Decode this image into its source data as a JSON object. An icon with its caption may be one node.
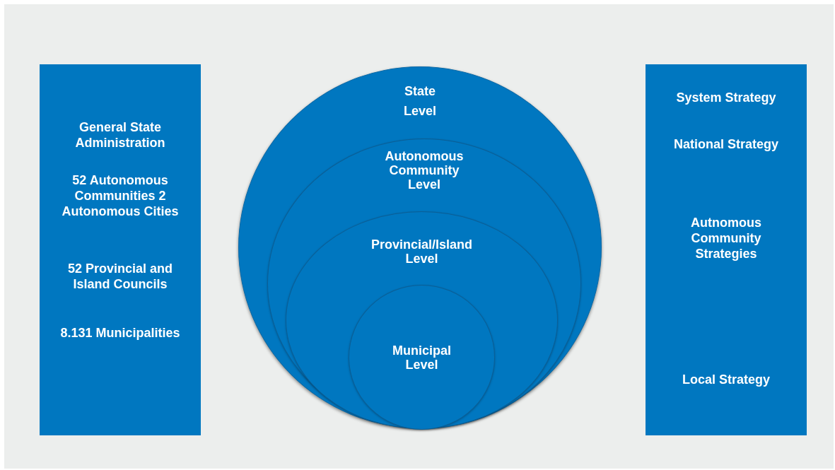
{
  "diagram": {
    "nodes": [
      {
        "text": [
          "General State Administration",
          "52 Autonomous Communities 2 Autonomous Cities",
          "52 Provincial and Island Councils",
          "8.131 Municipalities"
        ]
      },
      {
        "text": [
          "State Level"
        ]
      },
      {
        "text": [
          "Autonomous Community Level"
        ],
        "in": 1
      },
      {
        "text": [
          "Provincial/Island Level"
        ],
        "in": 2
      },
      {
        "text": [
          "Municipal Level"
        ],
        "in": 3
      },
      {
        "text": [
          "System Strategy",
          "National Strategy",
          "Autnomous Community Strategies",
          "Local Strategy"
        ]
      }
    ]
  }
}
